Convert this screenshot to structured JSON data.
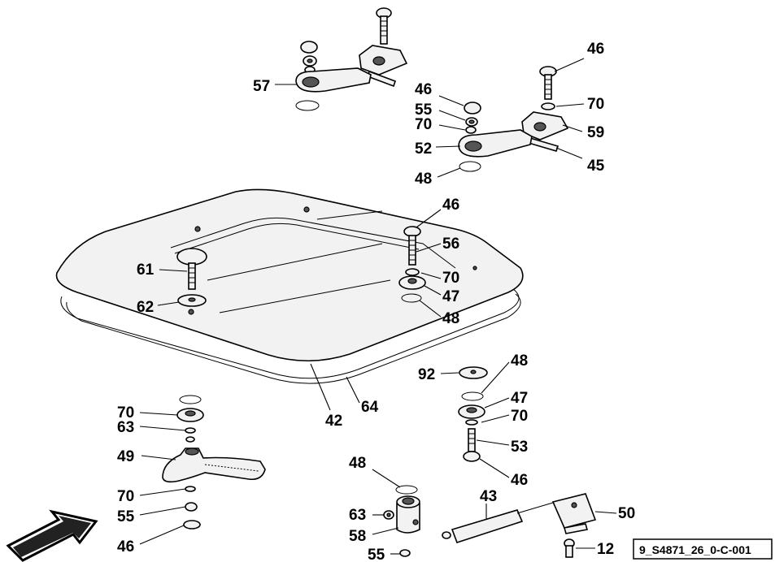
{
  "diagram": {
    "reference_code": "9_S4871_26_0-C-001",
    "colors": {
      "line": "#000000",
      "part_fill": "#f2f2f2",
      "dark_fill": "#555555",
      "background": "#ffffff"
    },
    "icons": {
      "direction": "arrow-icon"
    },
    "labels": [
      {
        "id": "57",
        "text": "57"
      },
      {
        "id": "46a",
        "text": "46"
      },
      {
        "id": "46b",
        "text": "46"
      },
      {
        "id": "55a",
        "text": "55"
      },
      {
        "id": "70a",
        "text": "70"
      },
      {
        "id": "70b",
        "text": "70"
      },
      {
        "id": "59",
        "text": "59"
      },
      {
        "id": "52",
        "text": "52"
      },
      {
        "id": "45",
        "text": "45"
      },
      {
        "id": "48a",
        "text": "48"
      },
      {
        "id": "46c",
        "text": "46"
      },
      {
        "id": "56",
        "text": "56"
      },
      {
        "id": "61",
        "text": "61"
      },
      {
        "id": "70c",
        "text": "70"
      },
      {
        "id": "47a",
        "text": "47"
      },
      {
        "id": "62",
        "text": "62"
      },
      {
        "id": "48b",
        "text": "48"
      },
      {
        "id": "48c",
        "text": "48"
      },
      {
        "id": "92",
        "text": "92"
      },
      {
        "id": "47b",
        "text": "47"
      },
      {
        "id": "70d",
        "text": "70"
      },
      {
        "id": "53",
        "text": "53"
      },
      {
        "id": "46d",
        "text": "46"
      },
      {
        "id": "70e",
        "text": "70"
      },
      {
        "id": "63a",
        "text": "63"
      },
      {
        "id": "49",
        "text": "49"
      },
      {
        "id": "64",
        "text": "64"
      },
      {
        "id": "42",
        "text": "42"
      },
      {
        "id": "48d",
        "text": "48"
      },
      {
        "id": "43",
        "text": "43"
      },
      {
        "id": "50",
        "text": "50"
      },
      {
        "id": "63b",
        "text": "63"
      },
      {
        "id": "58",
        "text": "58"
      },
      {
        "id": "12",
        "text": "12"
      },
      {
        "id": "70f",
        "text": "70"
      },
      {
        "id": "55b",
        "text": "55"
      },
      {
        "id": "46e",
        "text": "46"
      },
      {
        "id": "55c",
        "text": "55"
      }
    ]
  }
}
